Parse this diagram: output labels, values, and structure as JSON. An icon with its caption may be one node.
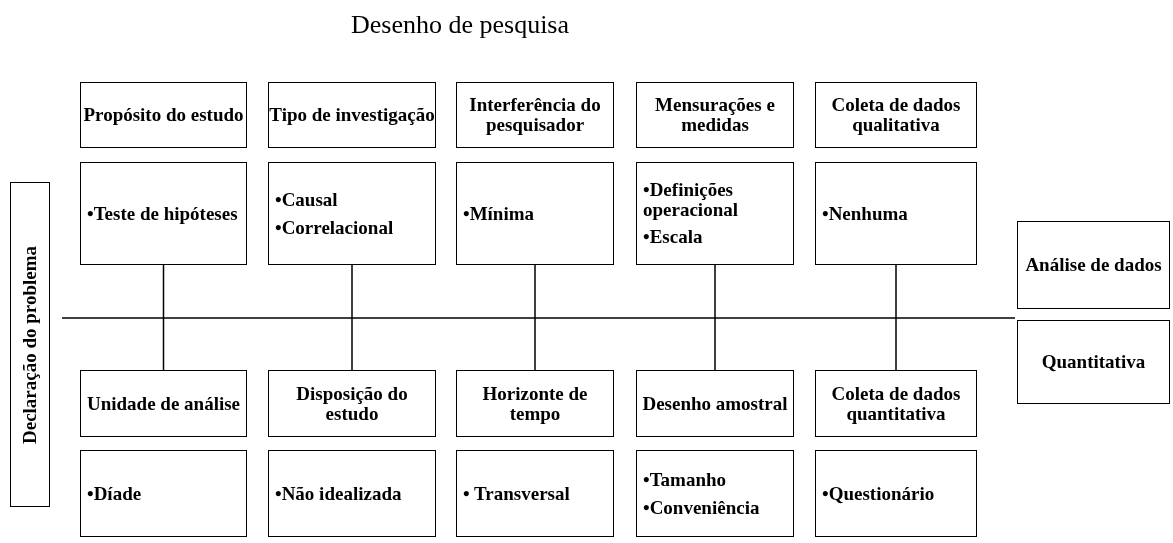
{
  "diagram": {
    "title": "Desenho de pesquisa",
    "nodes": [
      {
        "text": [
          "Declaração do problema"
        ]
      },
      {
        "text": [
          "Propósito do estudo"
        ]
      },
      {
        "text": [
          "Tipo de investigação"
        ]
      },
      {
        "text": [
          "Interferência do pesquisador"
        ]
      },
      {
        "text": [
          "Mensurações e medidas"
        ]
      },
      {
        "text": [
          "Coleta de dados qualitativa"
        ]
      },
      {
        "text": [
          "•Teste de hipóteses"
        ]
      },
      {
        "text": [
          "•Causal",
          "•Correlacional"
        ]
      },
      {
        "text": [
          "•Mínima"
        ]
      },
      {
        "text": [
          "•Definições operacional",
          "•Escala"
        ]
      },
      {
        "text": [
          "•Nenhuma"
        ]
      },
      {
        "text": [
          "Análise de dados"
        ]
      },
      {
        "text": [
          "Quantitativa"
        ]
      },
      {
        "text": [
          "Unidade de análise"
        ]
      },
      {
        "text": [
          "Disposição do estudo"
        ]
      },
      {
        "text": [
          "Horizonte de tempo"
        ]
      },
      {
        "text": [
          "Desenho amostral"
        ]
      },
      {
        "text": [
          "Coleta de dados quantitativa"
        ]
      },
      {
        "text": [
          "•Díade"
        ]
      },
      {
        "text": [
          "•Não idealizada"
        ]
      },
      {
        "text": [
          "• Transversal"
        ]
      },
      {
        "text": [
          "•Tamanho",
          "•Conveniência"
        ]
      },
      {
        "text": [
          "•Questionário"
        ]
      }
    ],
    "edges": [
      {
        "from": 6,
        "to": null,
        "arrow": "none"
      },
      {
        "from": 7,
        "to": null,
        "arrow": "none"
      },
      {
        "from": 8,
        "to": null,
        "arrow": "none"
      },
      {
        "from": 9,
        "to": null,
        "arrow": "none"
      },
      {
        "from": 10,
        "to": null,
        "arrow": "none"
      },
      {
        "from": 13,
        "to": null,
        "arrow": "none"
      },
      {
        "from": 14,
        "to": null,
        "arrow": "none"
      },
      {
        "from": 15,
        "to": null,
        "arrow": "none"
      },
      {
        "from": 16,
        "to": null,
        "arrow": "none"
      },
      {
        "from": 17,
        "to": null,
        "arrow": "none"
      }
    ]
  }
}
